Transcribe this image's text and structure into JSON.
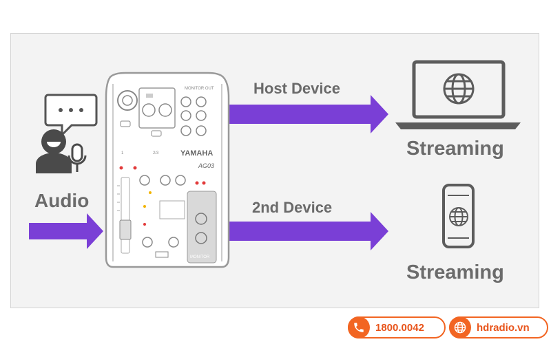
{
  "diagram": {
    "audio_label": "Audio",
    "host_device_label": "Host Device",
    "second_device_label": "2nd Device",
    "streaming_label_1": "Streaming",
    "streaming_label_2": "Streaming",
    "mixer_brand": "YAMAHA",
    "mixer_model": "AG03",
    "arrow_color": "#7a3fd6"
  },
  "footer": {
    "phone": "1800.0042",
    "website": "hdradio.vn",
    "accent_color": "#f26522"
  },
  "icons": [
    "speech-bubble-icon",
    "person-icon",
    "microphone-icon",
    "laptop-icon",
    "globe-icon",
    "smartphone-icon",
    "phone-icon"
  ]
}
